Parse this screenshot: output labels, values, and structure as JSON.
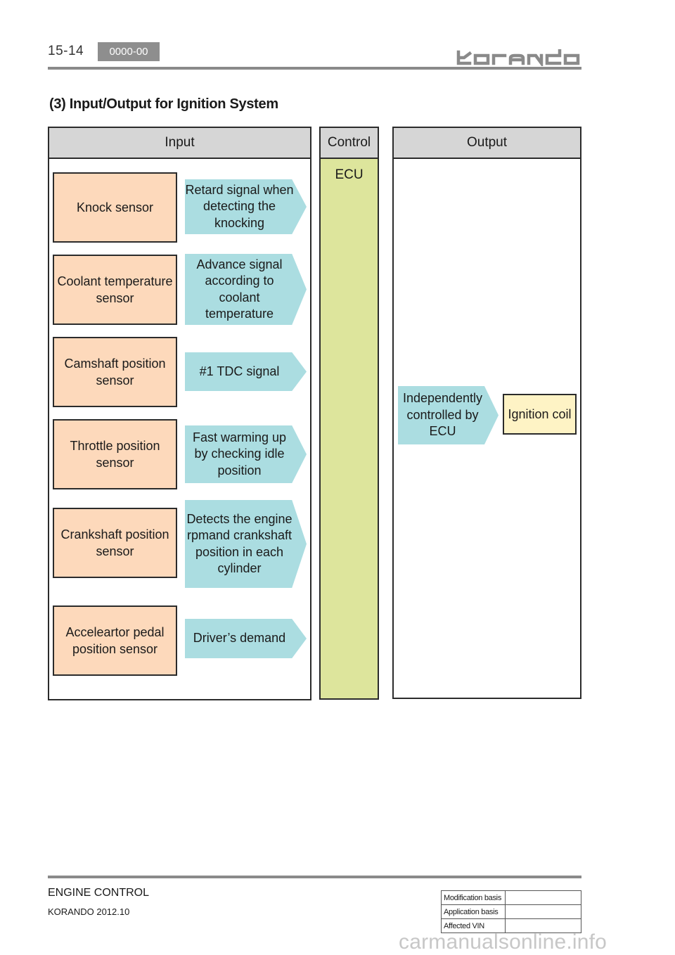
{
  "header": {
    "page_number": "15-14",
    "code": "0000-00",
    "brand_logo": "korando"
  },
  "title": "(3) Input/Output for Ignition System",
  "diagram": {
    "input": {
      "heading": "Input",
      "sensors": [
        "Knock sensor",
        "Coolant temperature sensor",
        "Camshaft position sensor",
        "Throttle position sensor",
        "Crankshaft position sensor",
        "Acceleartor pedal position sensor"
      ],
      "signals": [
        "Retard signal when detecting the knocking",
        "Advance signal according to coolant temperature",
        "#1 TDC signal",
        "Fast warming up by checking idle position",
        "Detects the engine rpmand crankshaft position in each cylinder",
        "Driver’s demand"
      ]
    },
    "control": {
      "heading": "Control",
      "unit": "ECU"
    },
    "output": {
      "heading": "Output",
      "signal": "Independently controlled by ECU",
      "actuator": "Ignition coil"
    }
  },
  "footer": {
    "section": "ENGINE CONTROL",
    "model": "KORANDO 2012.10",
    "table": [
      {
        "label": "Modification basis",
        "value": ""
      },
      {
        "label": "Application basis",
        "value": ""
      },
      {
        "label": "Affected VIN",
        "value": ""
      }
    ],
    "watermark": "carmanualsonline.info"
  },
  "colors": {
    "sensor_fill": "#fdd9bb",
    "signal_fill": "#abdde1",
    "ecu_fill": "#dde59c",
    "coil_fill": "#fef3c5",
    "header_fill": "#d6d6d6"
  }
}
